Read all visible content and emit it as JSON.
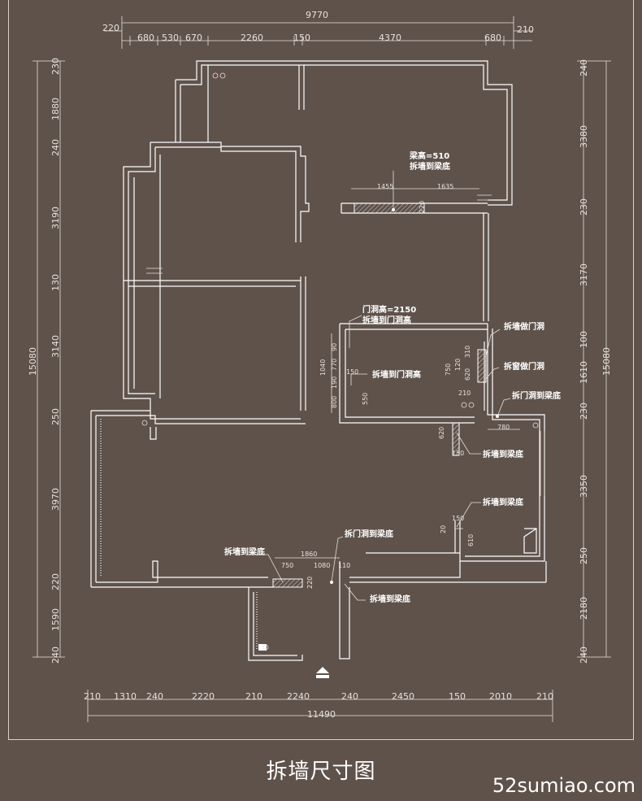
{
  "title": "拆墙尺寸图",
  "watermark": "52sumiao.com",
  "top_dims": {
    "total": "9770",
    "segments": [
      "220",
      "680",
      "530",
      "670",
      "2260",
      "150",
      "4370",
      "680",
      "210"
    ]
  },
  "bottom_dims": {
    "total": "11490",
    "segments": [
      "210",
      "1310",
      "240",
      "2220",
      "210",
      "2240",
      "240",
      "2450",
      "150",
      "2010",
      "210"
    ]
  },
  "left_dims": {
    "total": "15080",
    "segments": [
      "230",
      "1880",
      "240",
      "3190",
      "130",
      "3140",
      "250",
      "3970",
      "220",
      "1590",
      "240"
    ]
  },
  "right_dims": {
    "total": "15080",
    "segments": [
      "240",
      "3380",
      "230",
      "3170",
      "100",
      "1610",
      "230",
      "3350",
      "250",
      "2180",
      "240"
    ]
  },
  "annotations": {
    "beam_height": "梁高=510",
    "remove_to_beam": "拆墙到梁底",
    "door_height": "门洞高=2150",
    "remove_to_door": "拆墙到门洞高",
    "remove_make_door": "拆墙做门洞",
    "remove_window_door": "拆窗做门洞",
    "remove_doorway_beam": "拆门洞到梁底"
  },
  "small_dims": {
    "d1455": "1455",
    "d1635": "1635",
    "d220": "220",
    "d90": "90",
    "d770": "770",
    "d1040": "1040",
    "d190": "190",
    "d800": "800",
    "d150": "150",
    "d550": "550",
    "d310": "310",
    "d750": "750",
    "d120": "120",
    "d620": "620",
    "d210": "210",
    "d780": "780",
    "d620b": "620",
    "d150b": "150",
    "d150c": "150",
    "d20": "20",
    "d610": "610",
    "d1860": "1860",
    "d750b": "750",
    "d1080": "1080",
    "d110": "110",
    "d220b": "220"
  },
  "colors": {
    "background": "#5f524b",
    "lines": "#ffffff",
    "hatch": "#b9b0a8"
  }
}
